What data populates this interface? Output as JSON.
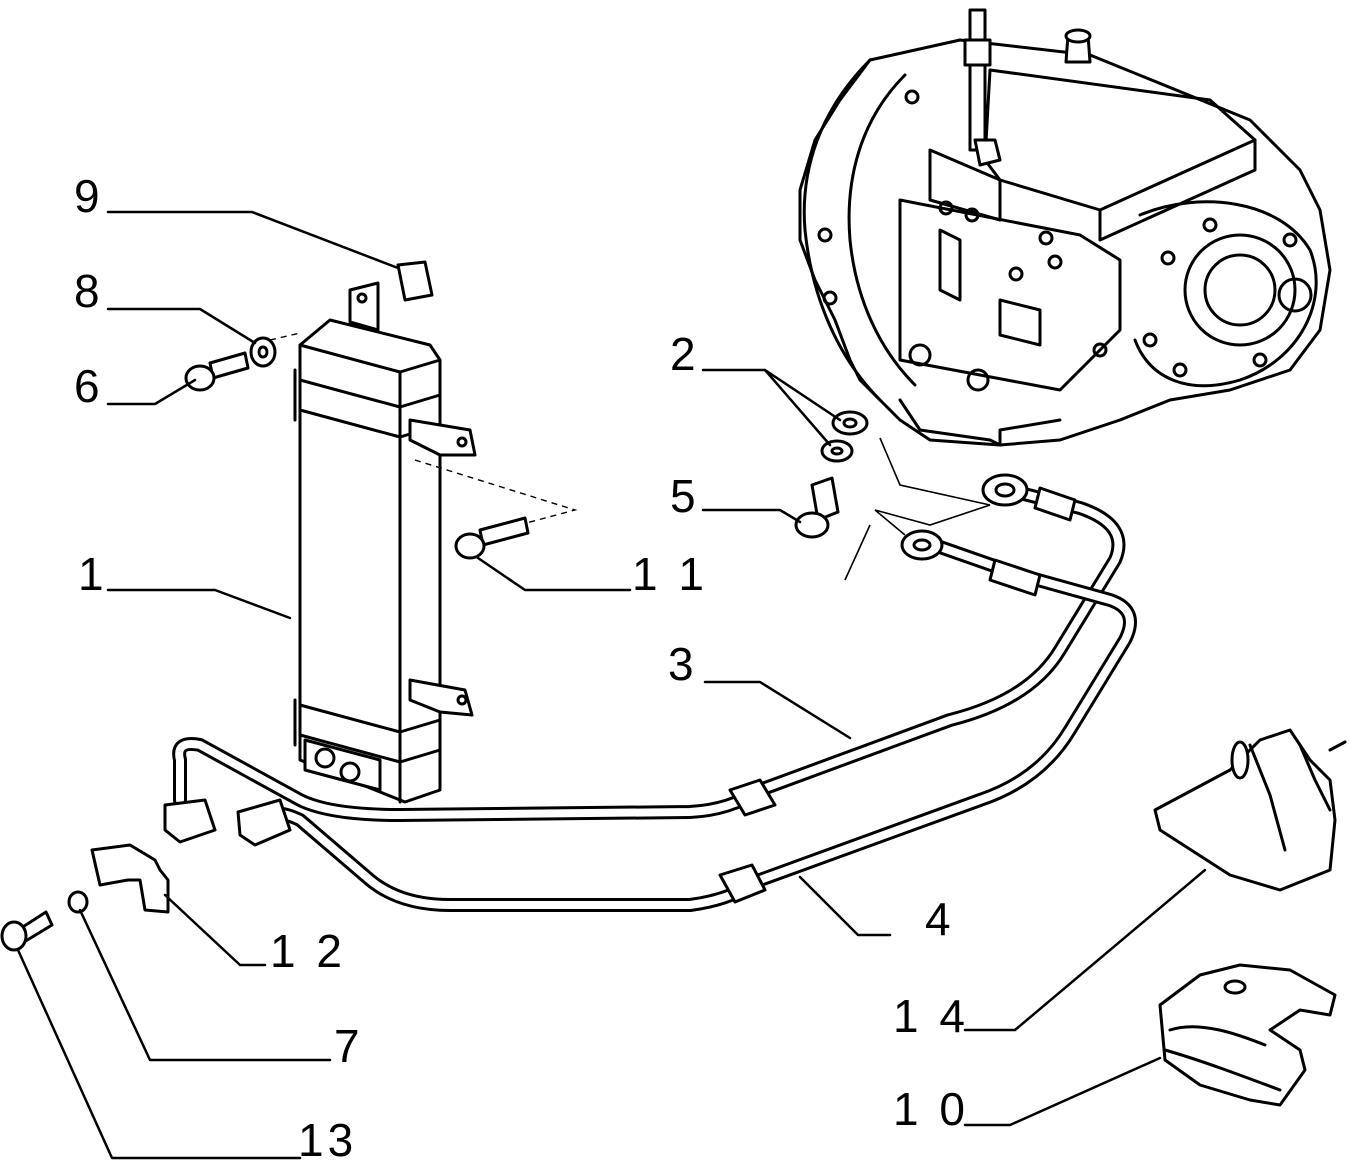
{
  "diagram": {
    "callouts": [
      {
        "id": "1",
        "label": "1"
      },
      {
        "id": "2",
        "label": "2"
      },
      {
        "id": "3",
        "label": "3"
      },
      {
        "id": "4",
        "label": "4"
      },
      {
        "id": "5",
        "label": "5"
      },
      {
        "id": "6",
        "label": "6"
      },
      {
        "id": "7",
        "label": "7"
      },
      {
        "id": "8",
        "label": "8"
      },
      {
        "id": "9",
        "label": "9"
      },
      {
        "id": "10",
        "label": "1 0"
      },
      {
        "id": "11",
        "label": "1 1"
      },
      {
        "id": "12",
        "label": "1 2"
      },
      {
        "id": "13",
        "label": "13"
      },
      {
        "id": "14",
        "label": "1 4"
      }
    ]
  }
}
